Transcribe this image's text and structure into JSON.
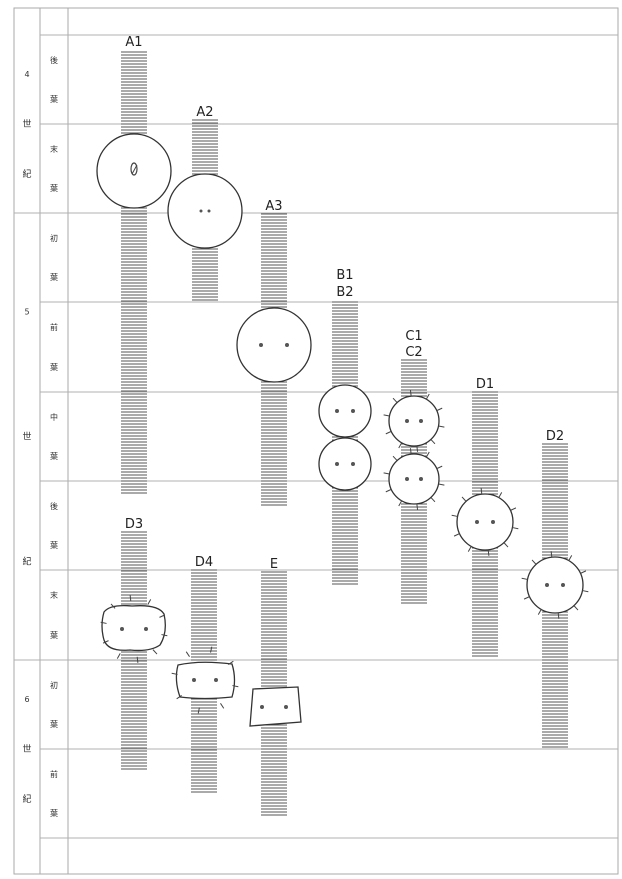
{
  "century_labels": [
    {
      "digit": "4",
      "mid": "世",
      "end": "紀"
    },
    {
      "digit": "5",
      "mid": "世",
      "end": "紀"
    },
    {
      "digit": "6",
      "mid": "世",
      "end": "紀"
    }
  ],
  "period_labels": [
    [
      "後",
      "葉"
    ],
    [
      "末",
      "葉"
    ],
    [
      "初",
      "葉"
    ],
    [
      "前",
      "葉"
    ],
    [
      "中",
      "葉"
    ],
    [
      "後",
      "葉"
    ],
    [
      "末",
      "葉"
    ],
    [
      "初",
      "葉"
    ],
    [
      "前",
      "葉"
    ]
  ],
  "types": [
    {
      "label": "A1",
      "shape": "circle-plain",
      "face": "single"
    },
    {
      "label": "A2",
      "shape": "circle-plain",
      "face": "eyes-small"
    },
    {
      "label": "A3",
      "shape": "circle-plain",
      "face": "eyes"
    },
    {
      "label": "B1",
      "shape": "circle-plain",
      "face": "eyes"
    },
    {
      "label": "B2",
      "shape": "circle-plain",
      "face": "eyes"
    },
    {
      "label": "C1",
      "shape": "circle-spiked",
      "face": "eyes"
    },
    {
      "label": "C2",
      "shape": "circle-spiked",
      "face": "eyes"
    },
    {
      "label": "D1",
      "shape": "circle-spiked",
      "face": "eyes"
    },
    {
      "label": "D2",
      "shape": "circle-spiked",
      "face": "eyes"
    },
    {
      "label": "D3",
      "shape": "blob-spiked",
      "face": "eyes"
    },
    {
      "label": "D4",
      "shape": "square-spiked",
      "face": "eyes"
    },
    {
      "label": "E",
      "shape": "trapezoid",
      "face": "eyes"
    }
  ]
}
